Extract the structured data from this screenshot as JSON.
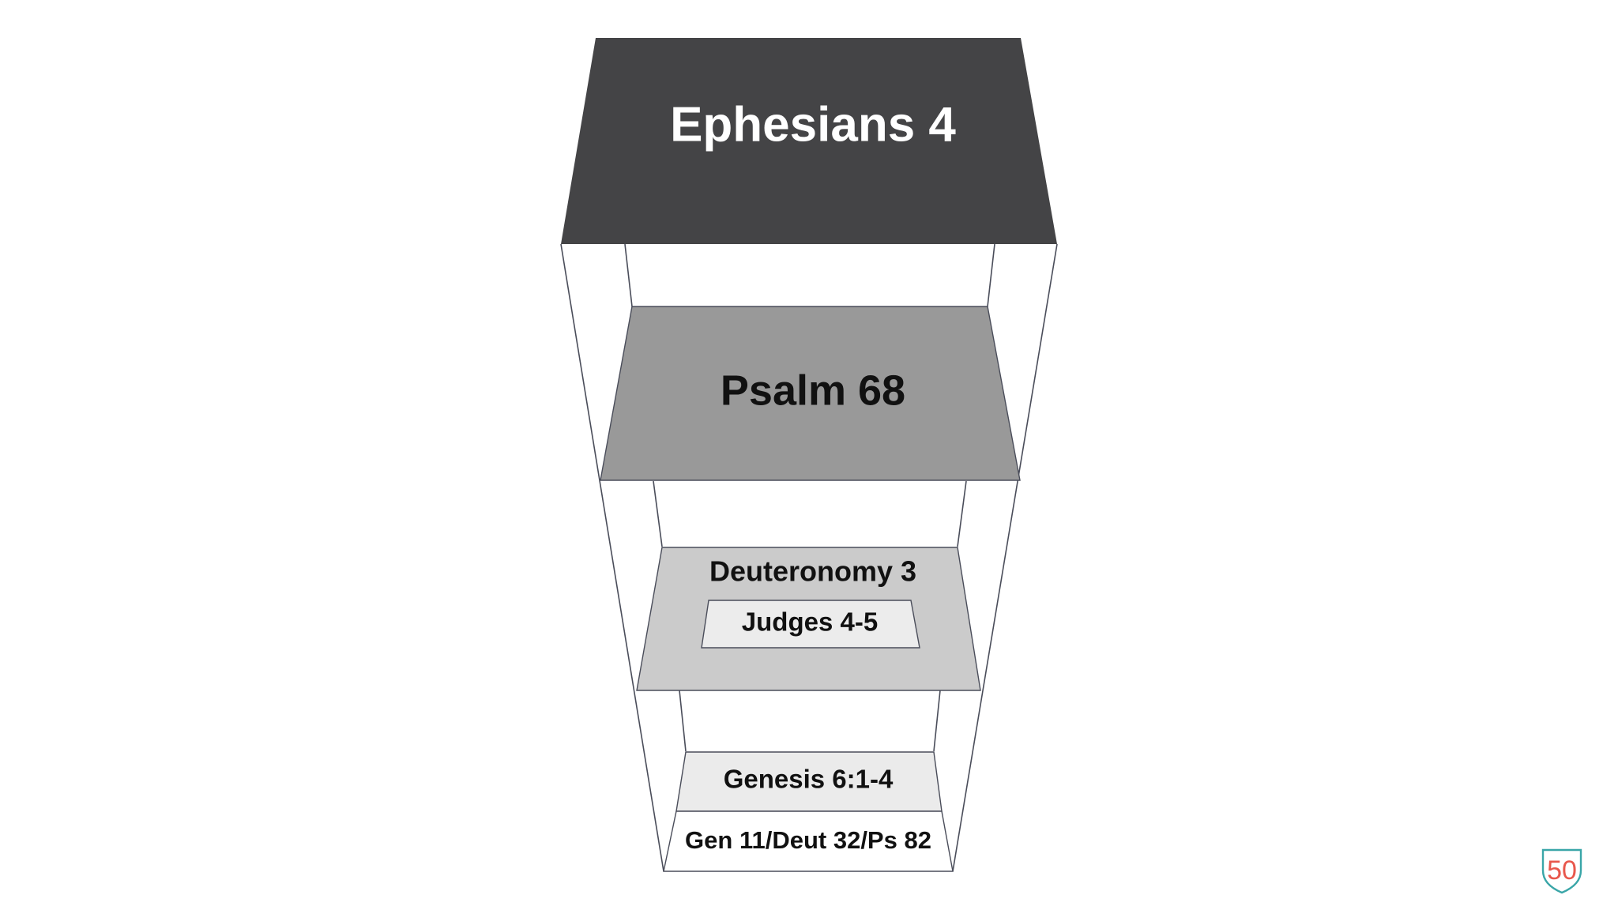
{
  "diagram": {
    "layers": [
      {
        "id": "top",
        "label": "Ephesians 4",
        "fill": "#444446",
        "text_color": "#ffffff"
      },
      {
        "id": "second",
        "label": "Psalm 68",
        "fill": "#999999",
        "text_color": "#111111"
      },
      {
        "id": "third",
        "label": "Deuteronomy 3",
        "fill": "#cbcbcb",
        "text_color": "#111111"
      },
      {
        "id": "third_inner",
        "label": "Judges 4-5",
        "fill": "#ececec",
        "text_color": "#111111"
      },
      {
        "id": "fourth",
        "label": "Genesis 6:1-4",
        "fill": "#ebebeb",
        "text_color": "#111111"
      },
      {
        "id": "base",
        "label": "Gen 11/Deut 32/Ps 82",
        "fill": "#ffffff",
        "text_color": "#111111"
      }
    ],
    "outline_color": "#4a4d5a"
  },
  "logo": {
    "text": "50",
    "icon": "shield-logo-icon",
    "colors": [
      "#3aa6a8",
      "#e8574c"
    ]
  }
}
